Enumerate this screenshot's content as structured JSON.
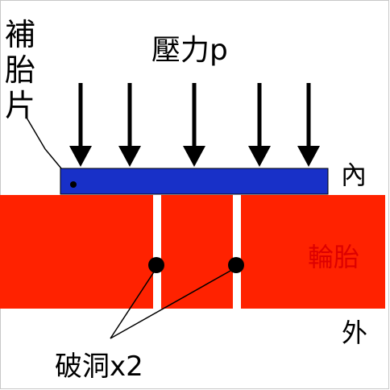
{
  "labels": {
    "patch": "補\n胎\n片",
    "pressure": "壓力p",
    "inner": "內",
    "tire": "輪胎",
    "outer": "外",
    "holes": "破洞x2"
  },
  "colors": {
    "tire": "#ff2200",
    "patch": "#1830c8",
    "arrow": "#000000",
    "hole": "#000000",
    "gap": "#ffffff",
    "tire_label": "#dd0000",
    "text": "#000000",
    "frame": "#c8c8c8"
  },
  "arrow_count": 5,
  "hole_count": 2
}
